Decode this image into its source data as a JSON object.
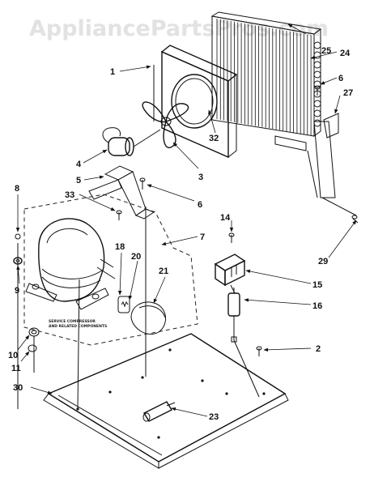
{
  "watermark": "AppliancePartsPros.com",
  "callouts": [
    "1",
    "2",
    "3",
    "4",
    "5",
    "6",
    "7",
    "8",
    "9",
    "10",
    "11",
    "14",
    "15",
    "16",
    "18",
    "20",
    "21",
    "23",
    "24",
    "25",
    "27",
    "29",
    "30",
    "32",
    "33"
  ],
  "service_note": [
    "SERVICE COMPRESSOR",
    "AND RELATED COMPONENTS"
  ],
  "colors": {
    "ink": "#111111",
    "watermark": "#e2e2e2",
    "background": "#ffffff"
  }
}
